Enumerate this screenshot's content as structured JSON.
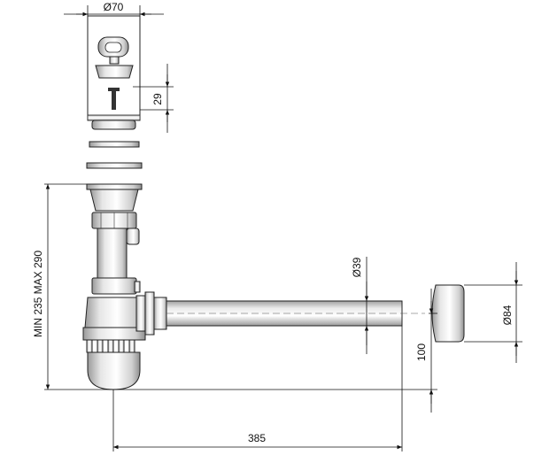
{
  "dimensions": {
    "drain_diameter": "Ø70",
    "plug_height": "29",
    "pipe_diameter": "Ø39",
    "wall_flange_diameter": "Ø84",
    "height_range": "MIN 235 MAX 290",
    "outlet_height": "100",
    "horizontal_length": "385"
  },
  "colors": {
    "line": "#222222",
    "metal_light": "#f2f2f2",
    "metal_dark": "#9a9a9a"
  }
}
